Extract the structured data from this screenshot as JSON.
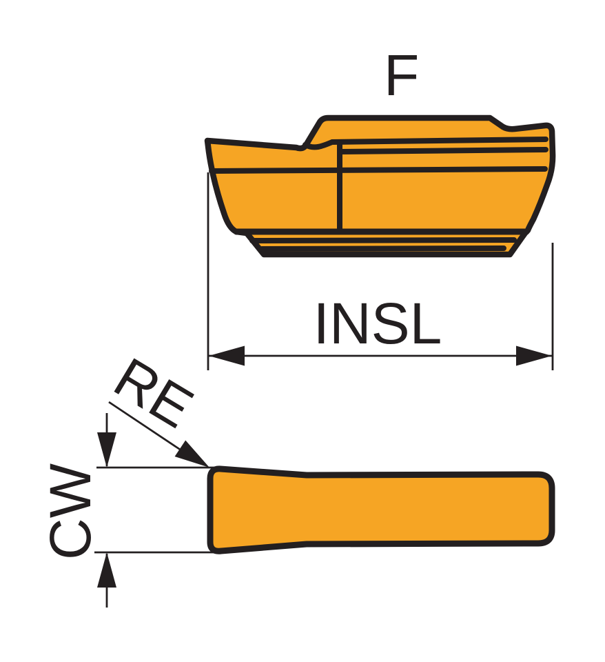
{
  "diagram": {
    "figure_label": "F",
    "dim_insl": "INSL",
    "dim_re": "RE",
    "dim_cw": "CW"
  },
  "colors": {
    "insert_fill": "#F6A524",
    "line": "#231F20",
    "background": "#FFFFFF"
  }
}
